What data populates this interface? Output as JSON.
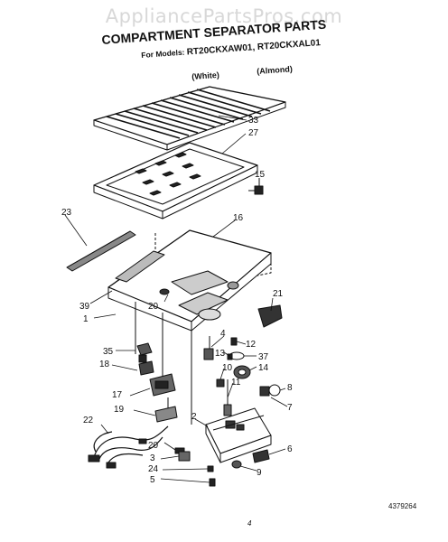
{
  "watermark": "AppliancePartsPros.com",
  "title": "COMPARTMENT SEPARATOR PARTS",
  "models_prefix": "For Models:",
  "models": "RT20CKXAW01, RT20CKXAL01",
  "variant_white": "(White)",
  "variant_almond": "(Almond)",
  "figure_number": "4379264",
  "page_number": "4",
  "part_labels": [
    {
      "id": "33",
      "text": "33"
    },
    {
      "id": "27",
      "text": "27"
    },
    {
      "id": "15",
      "text": "15"
    },
    {
      "id": "23",
      "text": "23"
    },
    {
      "id": "16",
      "text": "16"
    },
    {
      "id": "39",
      "text": "39"
    },
    {
      "id": "21",
      "text": "21"
    },
    {
      "id": "20a",
      "text": "20"
    },
    {
      "id": "1",
      "text": "1"
    },
    {
      "id": "4",
      "text": "4"
    },
    {
      "id": "12",
      "text": "12"
    },
    {
      "id": "35",
      "text": "35"
    },
    {
      "id": "13",
      "text": "13"
    },
    {
      "id": "37",
      "text": "37"
    },
    {
      "id": "18",
      "text": "18"
    },
    {
      "id": "10",
      "text": "10"
    },
    {
      "id": "14",
      "text": "14"
    },
    {
      "id": "17",
      "text": "17"
    },
    {
      "id": "11",
      "text": "11"
    },
    {
      "id": "8",
      "text": "8"
    },
    {
      "id": "19",
      "text": "19"
    },
    {
      "id": "2",
      "text": "2"
    },
    {
      "id": "7",
      "text": "7"
    },
    {
      "id": "22",
      "text": "22"
    },
    {
      "id": "20b",
      "text": "20"
    },
    {
      "id": "6",
      "text": "6"
    },
    {
      "id": "3",
      "text": "3"
    },
    {
      "id": "24",
      "text": "24"
    },
    {
      "id": "9",
      "text": "9"
    },
    {
      "id": "5",
      "text": "5"
    }
  ]
}
